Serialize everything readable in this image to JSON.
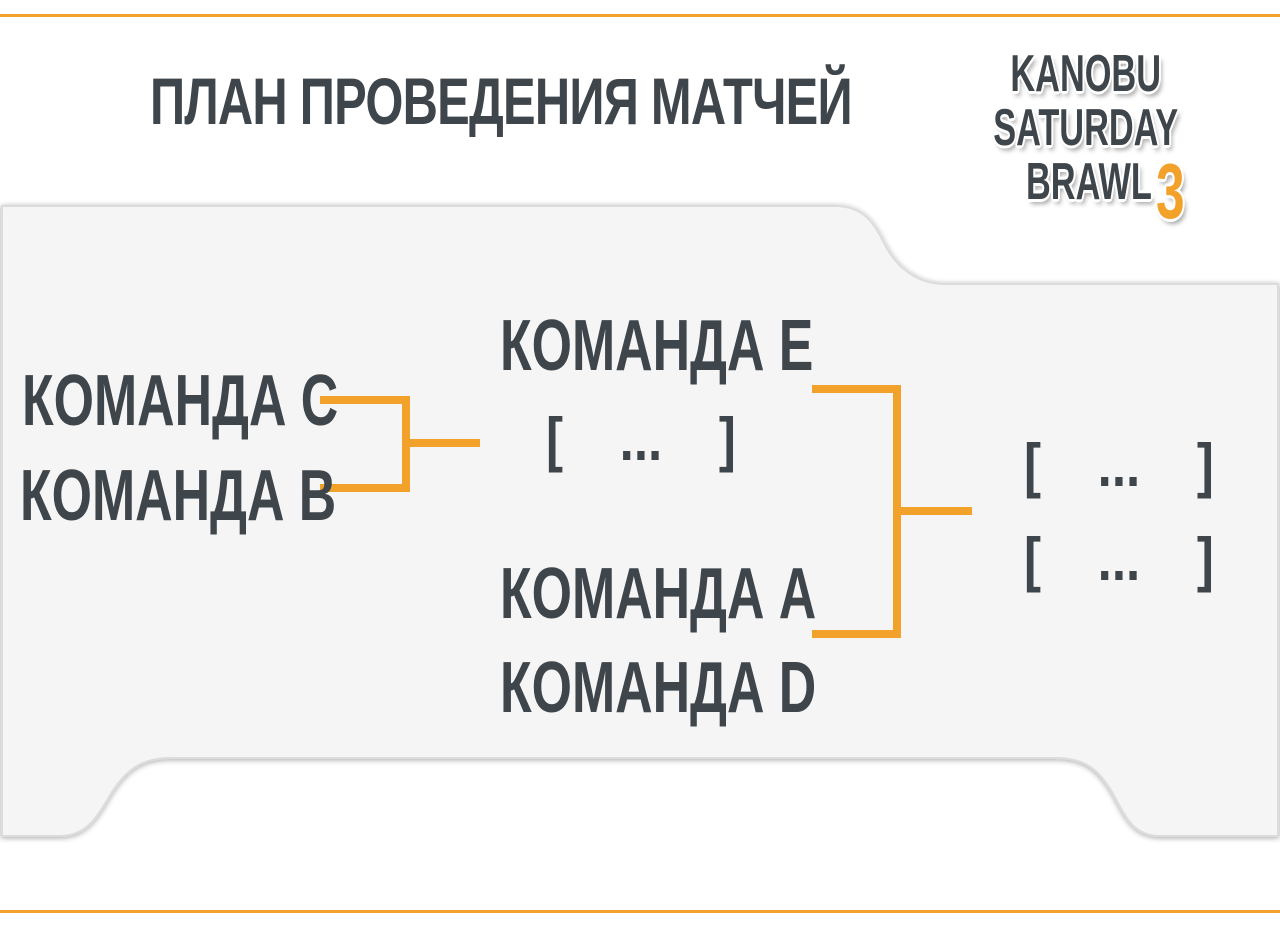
{
  "title": "ПЛАН ПРОВЕДЕНИЯ МАТЧЕЙ",
  "logo": {
    "line1": "KANOBU",
    "line2": "SATURDAY",
    "line3": "BRAWL",
    "number": "3"
  },
  "colors": {
    "accent": "#f2a12b",
    "text": "#3e454b",
    "panel": "#f5f5f5"
  },
  "bracket": {
    "round1": [
      "КОМАНДА C",
      "КОМАНДА B"
    ],
    "semifinal_top": {
      "team": "КОМАНДА E",
      "slot": "[    ...    ]"
    },
    "semifinal_bottom": [
      "КОМАНДА A",
      "КОМАНДА D"
    ],
    "final": [
      "[    ...    ]",
      "[    ...    ]"
    ]
  }
}
